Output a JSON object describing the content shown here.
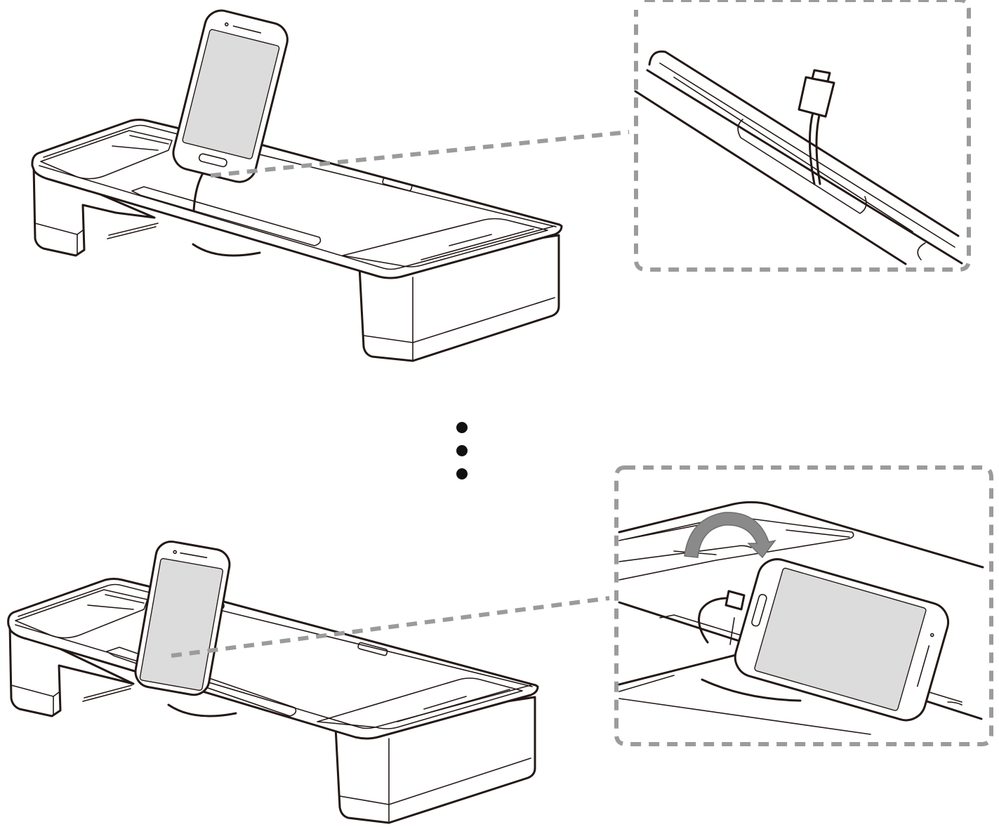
{
  "diagram": {
    "steps": [
      {
        "id": "step-1",
        "detail": "cable-through-slot"
      },
      {
        "id": "step-2",
        "detail": "phone-rotated-into-slot"
      }
    ],
    "separator": "vertical-ellipsis",
    "colors": {
      "line": "#231815",
      "callout": "#9b9b9b",
      "screen": "#dcdcdc",
      "arrow": "#8a8a8a"
    },
    "icons": [
      "phone-icon",
      "usb-connector-icon",
      "rotate-arrow-icon"
    ]
  }
}
